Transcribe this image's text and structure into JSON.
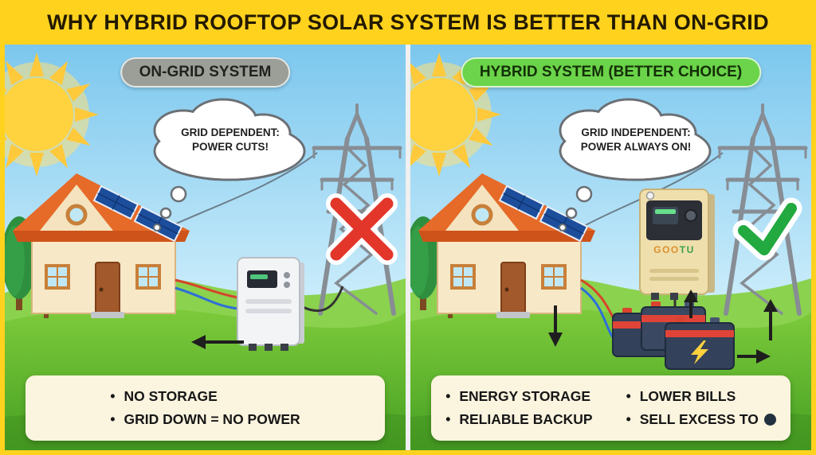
{
  "banner": {
    "title": "WHY HYBRID ROOFTOP SOLAR SYSTEM IS BETTER THAN ON-GRID"
  },
  "left_panel": {
    "title": "ON-GRID SYSTEM",
    "thought_line1": "GRID DEPENDENT:",
    "thought_line2": "POWER CUTS!",
    "bullets": [
      "NO STORAGE",
      "GRID DOWN = NO POWER"
    ]
  },
  "right_panel": {
    "title": "HYBRID SYSTEM (BETTER CHOICE)",
    "thought_line1": "GRID INDEPENDENT:",
    "thought_line2": "POWER ALWAYS ON!",
    "inverter_brand_part1": "GOO",
    "inverter_brand_part2": "TU",
    "bullets_left": [
      "ENERGY STORAGE",
      "RELIABLE BACKUP"
    ],
    "bullets_right": [
      "LOWER BILLS",
      "SELL EXCESS TO"
    ]
  },
  "colors": {
    "banner_bg": "#FFD21E",
    "ongrid_pill": "#9C9F98",
    "hybrid_pill": "#6BD44A",
    "x_mark": "#E3362B",
    "check_mark": "#22A93F",
    "solar_panel": "#1C4E9C",
    "roof": "#E66A28"
  }
}
